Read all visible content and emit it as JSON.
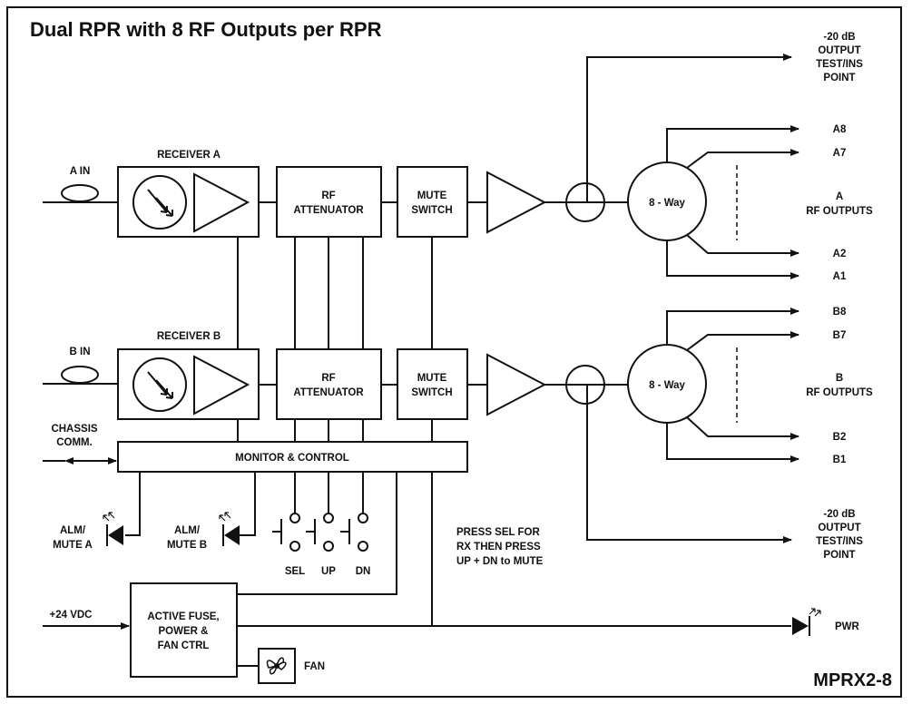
{
  "title": "Dual RPR with 8 RF Outputs per RPR",
  "model": "MPRX2-8",
  "inputs": {
    "a_in": "A IN",
    "b_in": "B IN",
    "chassis_1": "CHASSIS",
    "chassis_2": "COMM.",
    "vdc": "+24 VDC"
  },
  "receivers": {
    "a": "RECEIVER A",
    "b": "RECEIVER B"
  },
  "attenuator": {
    "line1": "RF",
    "line2": "ATTENUATOR"
  },
  "mute": {
    "line1": "MUTE",
    "line2": "SWITCH"
  },
  "splitter": "8 - Way",
  "outputs_a": {
    "top": [
      "A8",
      "A7"
    ],
    "bottom": [
      "A2",
      "A1"
    ],
    "group_1": "A",
    "group_2": "RF OUTPUTS"
  },
  "outputs_b": {
    "top": [
      "B8",
      "B7"
    ],
    "bottom": [
      "B2",
      "B1"
    ],
    "group_1": "B",
    "group_2": "RF OUTPUTS"
  },
  "test_point": [
    "-20 dB",
    "OUTPUT",
    "TEST/INS",
    "POINT"
  ],
  "monitor": "MONITOR & CONTROL",
  "alarms": {
    "a_1": "ALM/",
    "a_2": "MUTE A",
    "b_1": "ALM/",
    "b_2": "MUTE B"
  },
  "buttons": [
    "SEL",
    "UP",
    "DN"
  ],
  "instructions": [
    "PRESS SEL FOR",
    "RX THEN PRESS",
    "UP + DN to MUTE"
  ],
  "power_box": [
    "ACTIVE FUSE,",
    "POWER &",
    "FAN CTRL"
  ],
  "fan": "FAN",
  "pwr": "PWR"
}
